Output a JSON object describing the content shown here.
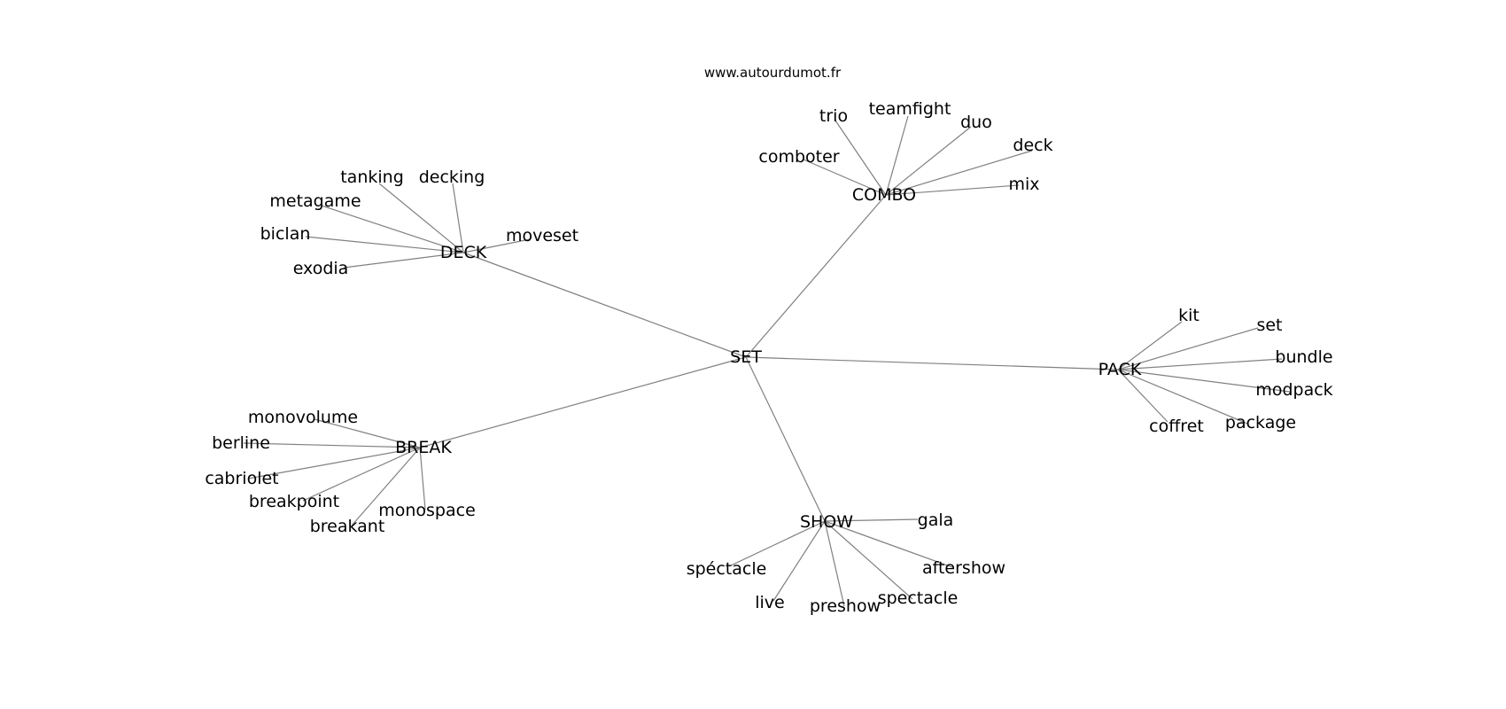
{
  "source": "www.autourdumot.fr",
  "center": "SET",
  "clusters": [
    {
      "hub": "DECK",
      "words": [
        "tanking",
        "decking",
        "metagame",
        "biclan",
        "exodia",
        "moveset"
      ]
    },
    {
      "hub": "COMBO",
      "words": [
        "trio",
        "teamfight",
        "duo",
        "deck",
        "comboter",
        "mix"
      ]
    },
    {
      "hub": "PACK",
      "words": [
        "kit",
        "set",
        "bundle",
        "modpack",
        "package",
        "coffret"
      ]
    },
    {
      "hub": "BREAK",
      "words": [
        "monovolume",
        "berline",
        "cabriolet",
        "breakpoint",
        "breakant",
        "monospace"
      ]
    },
    {
      "hub": "SHOW",
      "words": [
        "gala",
        "spéctacle",
        "aftershow",
        "live",
        "preshow",
        "spectacle"
      ]
    }
  ]
}
